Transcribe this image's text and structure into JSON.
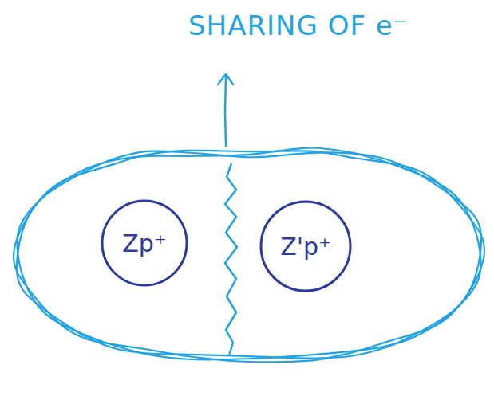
{
  "diagram": {
    "nodes": [
      {
        "text": [
          "Zp⁺"
        ]
      },
      {
        "text": [
          "Z'p⁺"
        ]
      }
    ],
    "labels": [
      "SHARING OF e⁻"
    ]
  }
}
